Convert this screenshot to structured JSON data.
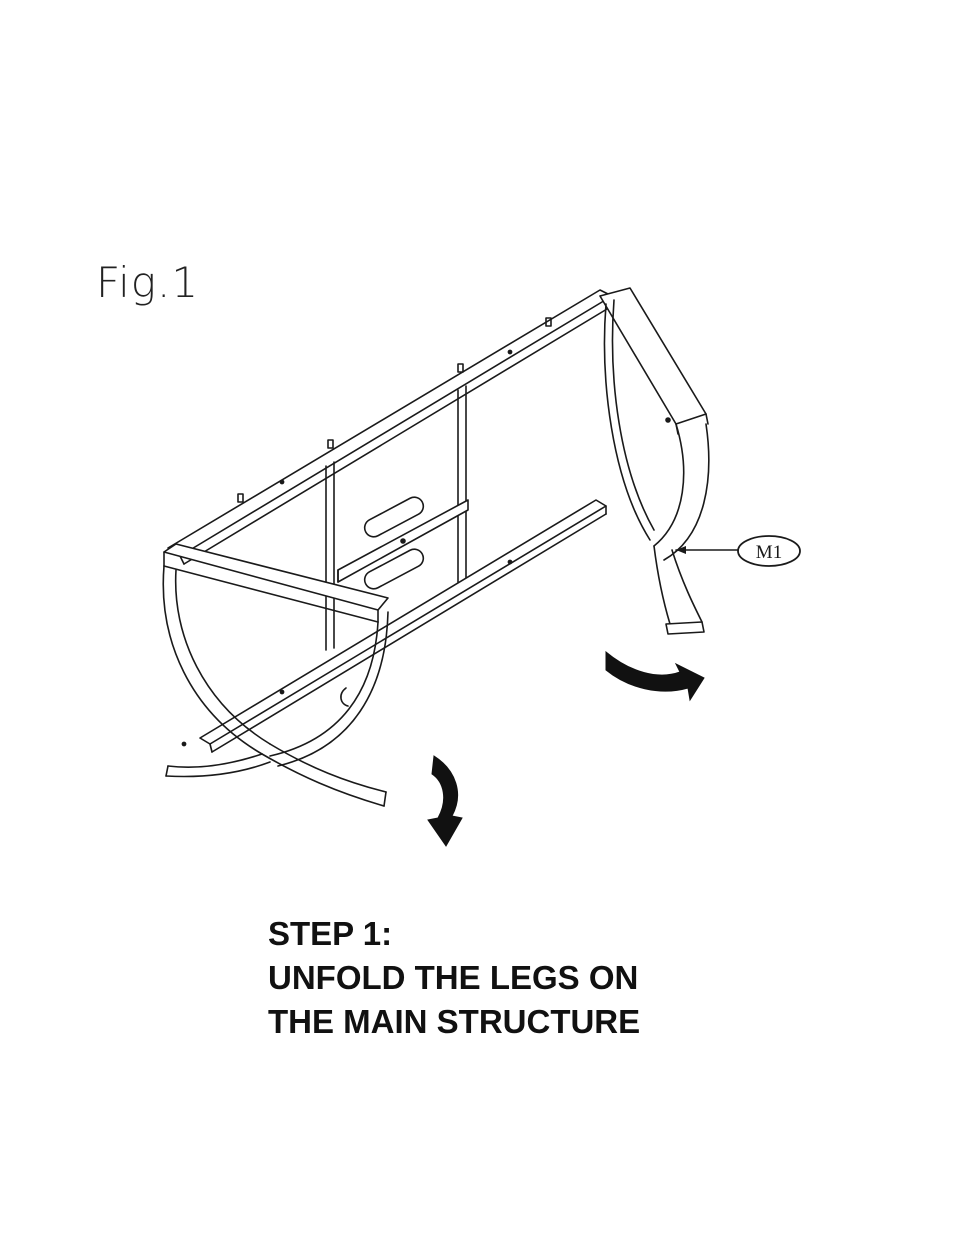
{
  "figure": {
    "label": "Fig.1"
  },
  "callout": {
    "part_id": "M1"
  },
  "instructions": {
    "step_title": "STEP 1:",
    "line_1": "UNFOLD THE LEGS ON",
    "line_2": "THE MAIN STRUCTURE"
  },
  "colors": {
    "line": "#1a1a1a",
    "arrow": "#111111",
    "background": "#ffffff"
  },
  "icons": {
    "rotate_arrow_right": "curved-arrow-right-icon",
    "rotate_arrow_down": "curved-arrow-down-icon"
  }
}
